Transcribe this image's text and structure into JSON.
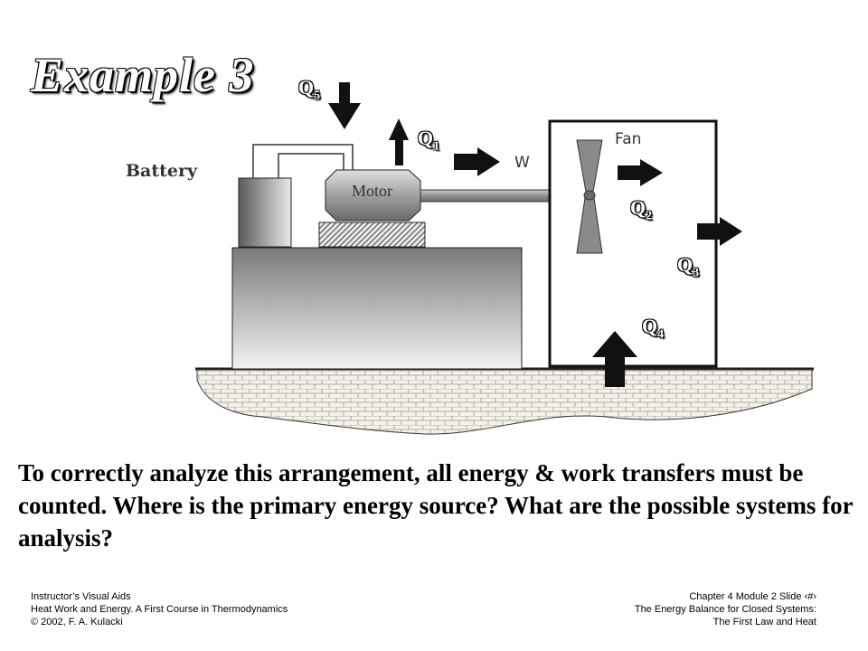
{
  "slide": {
    "title": "Example 3",
    "question": "To correctly analyze this arrangement, all energy & work transfers must be counted. Where is the primary energy source? What are the possible systems for analysis?"
  },
  "diagram": {
    "battery_label": "Battery",
    "motor_label": "Motor",
    "fan_label": "Fan",
    "work_label": "W",
    "heat_labels": [
      {
        "letter": "Q",
        "sub": "1"
      },
      {
        "letter": "Q",
        "sub": "2"
      },
      {
        "letter": "Q",
        "sub": "3"
      },
      {
        "letter": "Q",
        "sub": "4"
      },
      {
        "letter": "Q",
        "sub": "5"
      }
    ]
  },
  "footer": {
    "left": [
      "Instructor’s Visual Aids",
      "Heat Work and Energy.  A First Course in Thermodynamics",
      "© 2002, F. A. Kulacki"
    ],
    "right": [
      "Chapter 4  Module 2  Slide ‹#›",
      "The Energy Balance for Closed Systems:",
      "The First Law and Heat"
    ]
  }
}
